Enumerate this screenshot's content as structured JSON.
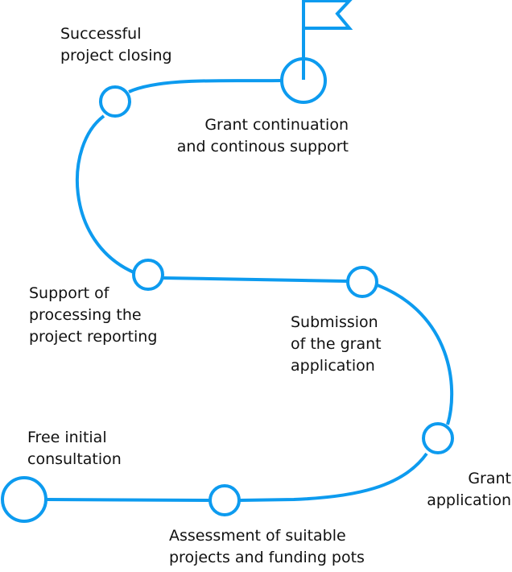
{
  "colors": {
    "path": "#0d9bef",
    "text": "#111111",
    "background": "#ffffff"
  },
  "icons": {
    "goal": "flag-icon"
  },
  "steps": [
    {
      "id": "free-initial-consultation",
      "label": "Free initial\nconsultation"
    },
    {
      "id": "assessment",
      "label": "Assessment of suitable\nprojects and funding pots"
    },
    {
      "id": "grant-application",
      "label": "Grant\napplication"
    },
    {
      "id": "submission",
      "label": "Submission\nof the grant\napplication"
    },
    {
      "id": "reporting-support",
      "label": "Support of\nprocessing the\nproject reporting"
    },
    {
      "id": "project-closing",
      "label": "Successful\nproject closing"
    },
    {
      "id": "continuation",
      "label": "Grant continuation\nand continous support"
    }
  ]
}
